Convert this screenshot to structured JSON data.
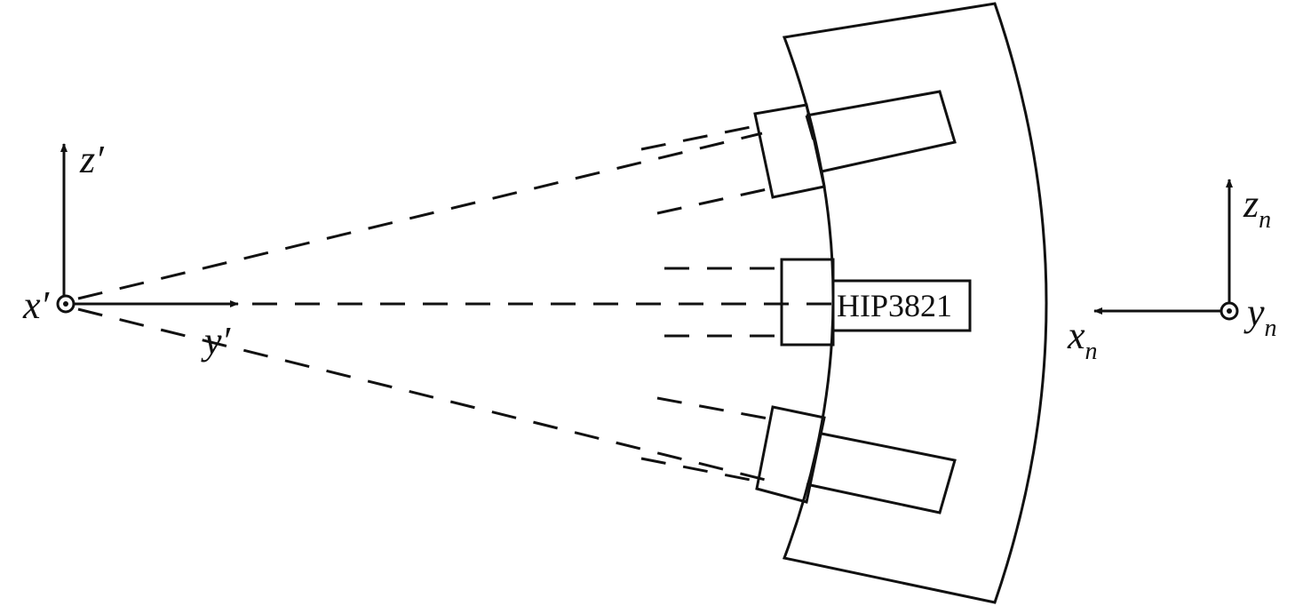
{
  "left_axes": {
    "z_label": "z′",
    "x_label": "x′",
    "y_label": "y′"
  },
  "right_axes": {
    "z_label": "z",
    "x_label": "x",
    "y_label": "y",
    "subscript": "n"
  },
  "star_label": "HIP3821"
}
